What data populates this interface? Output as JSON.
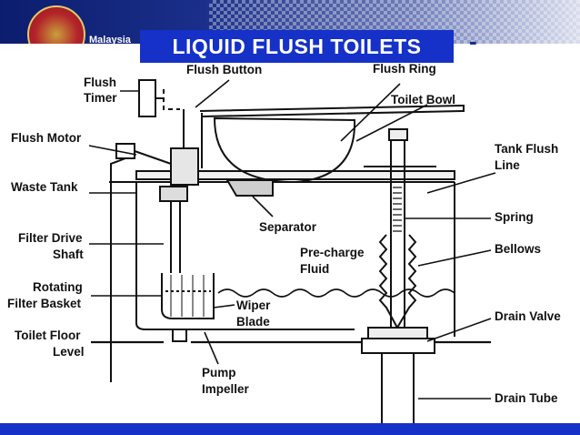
{
  "header": {
    "org": "Malaysia",
    "title": "LIQUID FLUSH TOILETS",
    "trailing_mark": "-"
  },
  "diagram": {
    "labels": {
      "flush_timer_1": "Flush",
      "flush_timer_2": "Timer",
      "flush_button": "Flush Button",
      "flush_ring": "Flush Ring",
      "toilet_bowl": "Toilet Bowl",
      "flush_motor": "Flush Motor",
      "tank_flush_line_1": "Tank Flush",
      "tank_flush_line_2": "Line",
      "waste_tank": "Waste Tank",
      "spring": "Spring",
      "separator": "Separator",
      "filter_drive_1": "Filter Drive",
      "filter_drive_2": "Shaft",
      "bellows": "Bellows",
      "pre_charge_1": "Pre-charge",
      "pre_charge_2": "Fluid",
      "rotating_1": "Rotating",
      "rotating_2": "Filter Basket",
      "wiper_1": "Wiper",
      "wiper_2": "Blade",
      "drain_valve": "Drain Valve",
      "floor_1": "Toilet Floor",
      "floor_2": "Level",
      "pump_1": "Pump",
      "pump_2": "Impeller",
      "drain_tube": "Drain Tube"
    }
  }
}
